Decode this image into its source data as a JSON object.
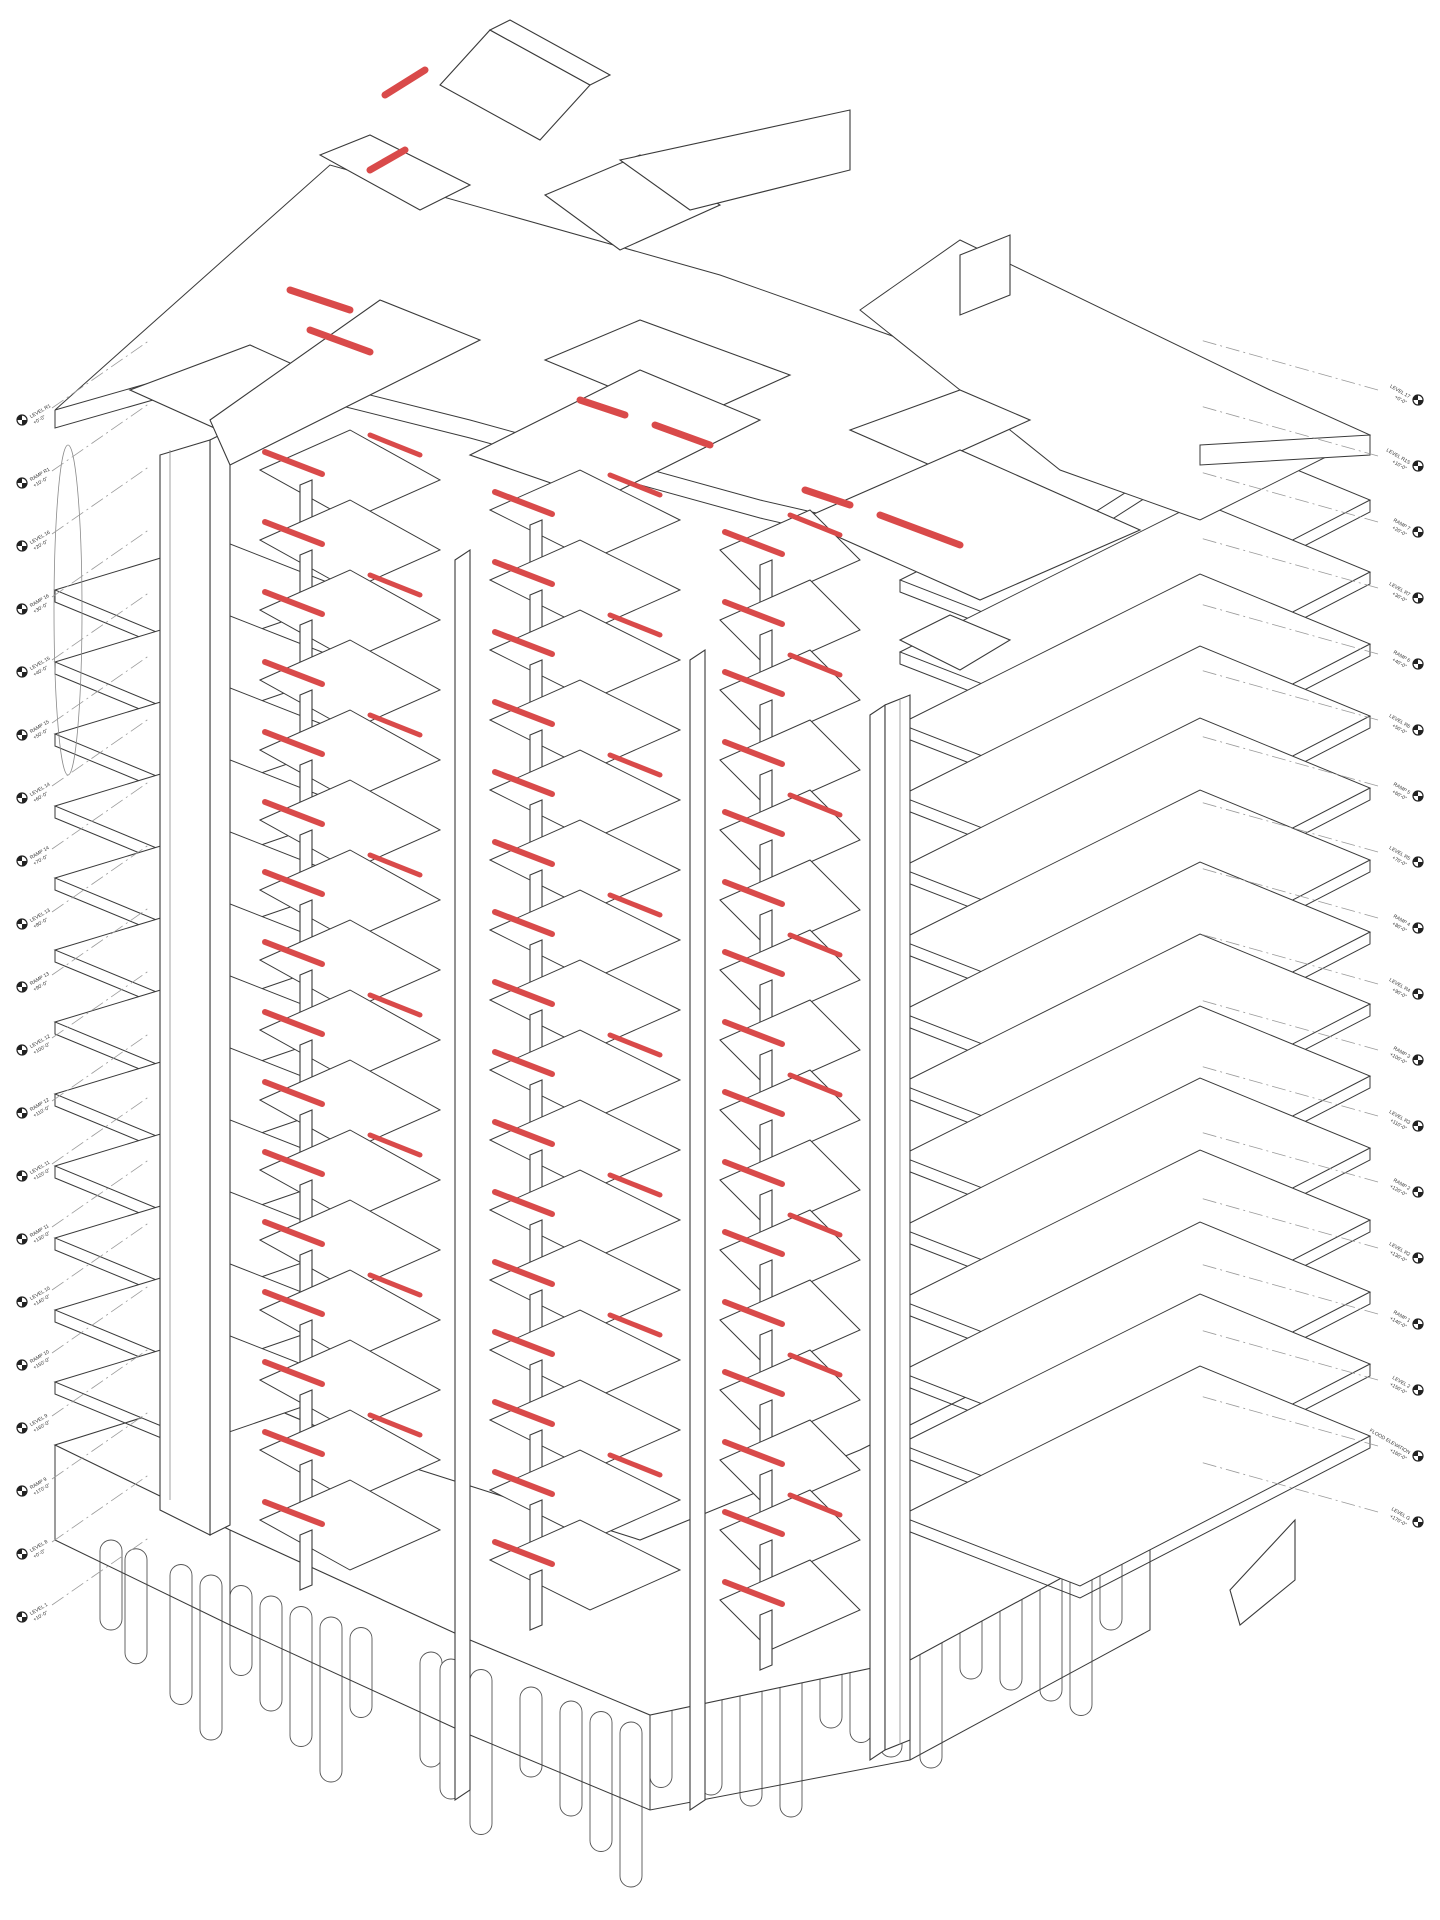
{
  "drawing": {
    "style": "isometric-axonometric",
    "accent_color": "#e06a6a",
    "line_color": "#3a3a3a",
    "background": "#ffffff"
  },
  "left_tags": [
    "LEVEL R1",
    "RAMP R1",
    "LEVEL 16",
    "RAMP 16",
    "LEVEL 15",
    "RAMP 15",
    "LEVEL 14",
    "RAMP 14",
    "LEVEL 13",
    "RAMP 13",
    "LEVEL 12",
    "RAMP 12",
    "LEVEL 11",
    "RAMP 11",
    "LEVEL 10",
    "RAMP 10",
    "LEVEL 9",
    "RAMP 9",
    "LEVEL 8",
    "LEVEL 1"
  ],
  "right_tags": [
    "LEVEL 17",
    "LEVEL R1S",
    "RAMP 7",
    "LEVEL R7",
    "RAMP 6",
    "LEVEL R6",
    "RAMP 5",
    "LEVEL R5",
    "RAMP 4",
    "LEVEL R4",
    "RAMP 3",
    "LEVEL R3",
    "RAMP 2",
    "LEVEL R2",
    "RAMP 1",
    "LEVEL 2",
    "FLOOD ELEVATION",
    "LEVEL G"
  ],
  "elevation_values": [
    "+0'-0\"",
    "+10'-0\"",
    "+20'-0\"",
    "+30'-0\"",
    "+40'-0\"",
    "+50'-0\"",
    "+60'-0\"",
    "+70'-0\"",
    "+80'-0\"",
    "+90'-0\"",
    "+100'-0\"",
    "+110'-0\"",
    "+120'-0\"",
    "+130'-0\"",
    "+140'-0\"",
    "+150'-0\"",
    "+160'-0\"",
    "+170'-0\""
  ]
}
